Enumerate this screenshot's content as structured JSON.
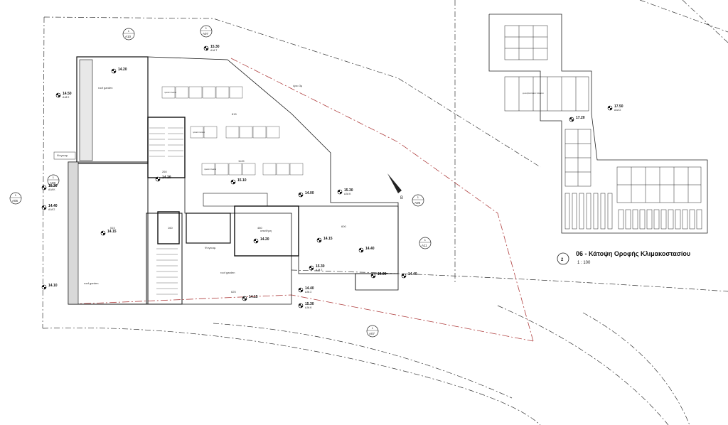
{
  "drawing": {
    "sheet_number": "2",
    "title": "06 - Κάτοψη Οροφής Κλιμακοστασίου",
    "scale": "1 : 100"
  },
  "section_markers": [
    {
      "id": "A10",
      "num": "1"
    },
    {
      "id": "A07",
      "num": "1"
    },
    {
      "id": "A08",
      "num": "1"
    },
    {
      "id": "A06",
      "num": "1"
    },
    {
      "id": "A09",
      "num": "1"
    },
    {
      "id": "A11",
      "num": "1"
    },
    {
      "id": "A07",
      "num": "1"
    }
  ],
  "levels": [
    {
      "value": "15.30",
      "sub": "A.M.T"
    },
    {
      "value": "14.50",
      "sub": "A.M.Σ"
    },
    {
      "value": "14.20",
      "sub": ""
    },
    {
      "value": "15.30",
      "sub": "A.M.K"
    },
    {
      "value": "14.40",
      "sub": "A.M.Σ"
    },
    {
      "value": "14.15",
      "sub": ""
    },
    {
      "value": "14.20",
      "sub": ""
    },
    {
      "value": "15.10",
      "sub": ""
    },
    {
      "value": "15.30",
      "sub": "A.M.K"
    },
    {
      "value": "14.00",
      "sub": ""
    },
    {
      "value": "14.20",
      "sub": ""
    },
    {
      "value": "14.15",
      "sub": ""
    },
    {
      "value": "14.40",
      "sub": ""
    },
    {
      "value": "15.30",
      "sub": "A.M.T"
    },
    {
      "value": "14.40",
      "sub": "A.M.Σ"
    },
    {
      "value": "14.15",
      "sub": ""
    },
    {
      "value": "15.30",
      "sub": "A.M.K"
    },
    {
      "value": "14.10",
      "sub": ""
    },
    {
      "value": "14.00",
      "sub": ""
    },
    {
      "value": "14.40",
      "sub": ""
    },
    {
      "value": "17.50",
      "sub": "A.M.Σ"
    },
    {
      "value": "17.20",
      "sub": ""
    }
  ],
  "room_labels": {
    "roof_garden_1": "roof garden",
    "roof_garden_2": "roof garden",
    "roof_garden_3": "roof garden",
    "cooler_1": "Ψυγειοφ.",
    "cooler_2": "Ψυγειοφ.",
    "storage": "αποθήκη",
    "pv_panels": "φωτοβολταϊκά πλαίσια",
    "solar_panel": "ηλιακά πλαίσια",
    "boundary": "όριο 3μ"
  },
  "dimensions": {
    "d1": "515",
    "d2": "600",
    "d3": "1145",
    "d4": "260",
    "d5": "160",
    "d6": "480",
    "d7": "625",
    "d8": "815"
  },
  "north_label": "B"
}
